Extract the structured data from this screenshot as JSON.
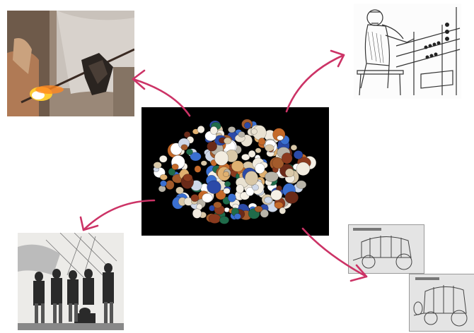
{
  "diagram": {
    "center_image": "glass-trade-beads-photo",
    "surrounding_images": [
      "glassblowing-torch-photo",
      "monk-bead-maker-engraving",
      "slave-trade-engraving",
      "wagon-drawing-1",
      "wagon-drawing-2"
    ],
    "arrow_color": "#cc3366"
  }
}
